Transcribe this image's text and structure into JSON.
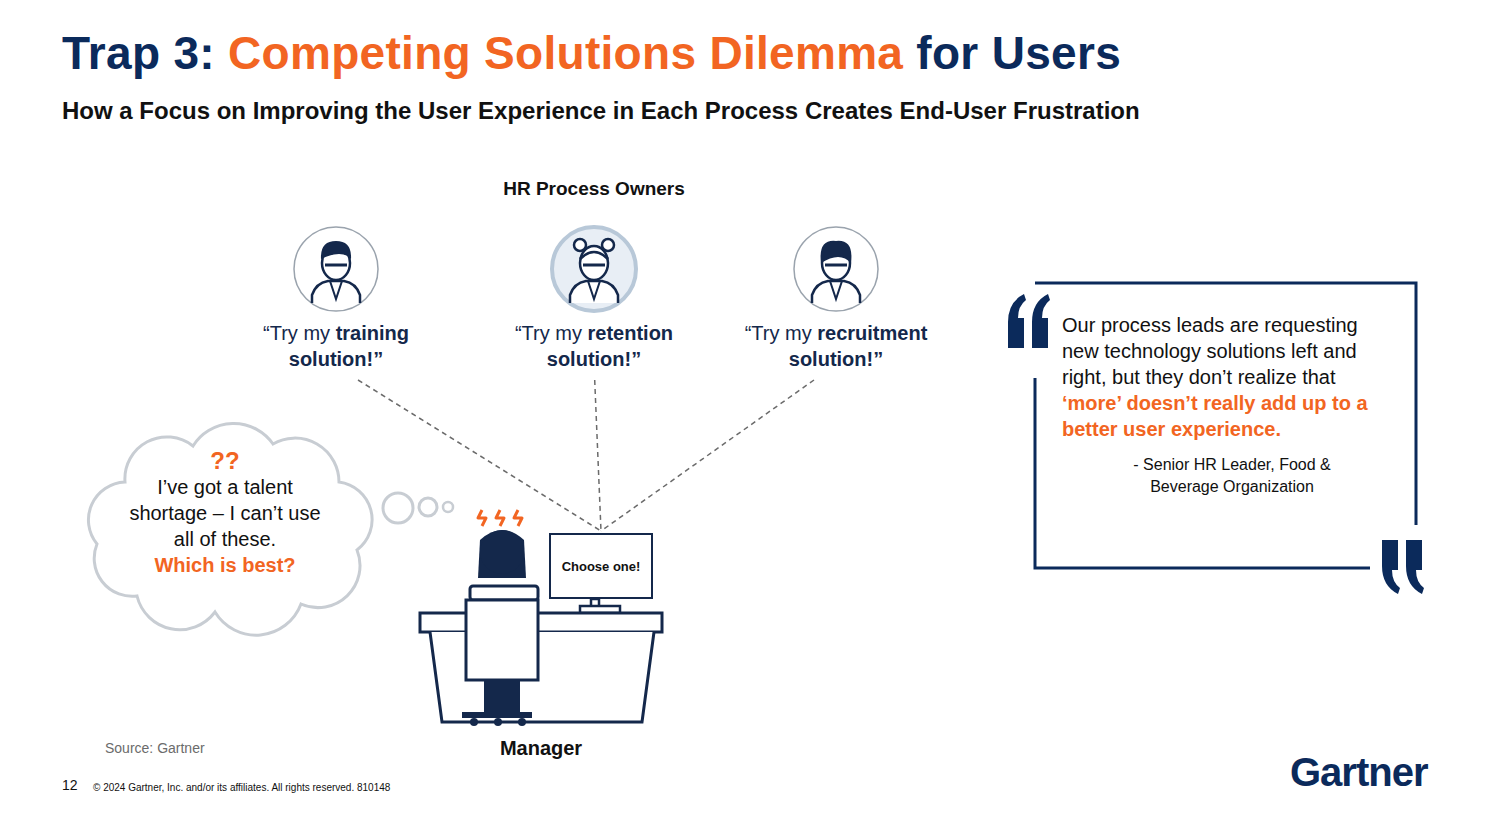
{
  "diagram": {
    "title": "Trap 3: Competing Solutions Dilemma for Users",
    "nodes": [
      {
        "text": [
          "“Try my training solution!”"
        ]
      },
      {
        "text": [
          "“Try my retention solution!”"
        ]
      },
      {
        "text": [
          "“Try my recruitment solution!”"
        ]
      },
      {
        "text": [
          "Choose one!"
        ]
      },
      {
        "text": [
          "??",
          "I’ve got a talent shortage – I can’t use all of these.",
          "Which is best?"
        ]
      },
      {
        "text": [
          "Our process leads are requesting new technology solutions left and right, but they don’t realize that",
          "‘more’ doesn’t really add up to a better user experience.",
          "- Senior HR Leader, Food & Beverage Organization"
        ]
      }
    ],
    "edges": [
      {
        "from": 0,
        "to": 3,
        "arrow": "none"
      },
      {
        "from": 1,
        "to": 3,
        "arrow": "none"
      },
      {
        "from": 2,
        "to": 3,
        "arrow": "none"
      }
    ],
    "labels": [
      "How a Focus on Improving the User Experience in Each Process Creates End-User Frustration",
      "HR Process Owners",
      "Manager",
      "Source: Gartner",
      "12",
      "© 2024 Gartner, Inc. and/or its affiliates. All rights reserved. 810148",
      "Gartner"
    ]
  }
}
